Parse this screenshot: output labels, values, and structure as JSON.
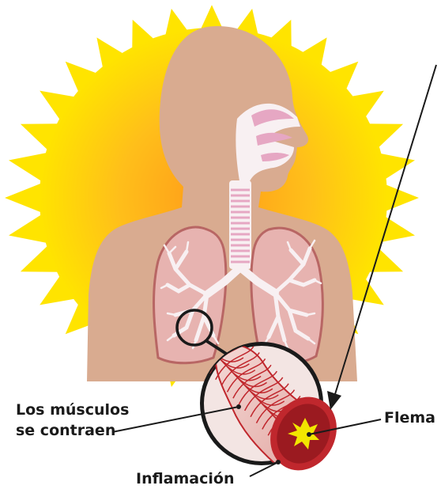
{
  "labels": {
    "muscles_line1": "Los músculos",
    "muscles_line2": "se contraen",
    "phlegm": "Flema",
    "inflammation": "Inflamación"
  },
  "colors": {
    "skin": "#d9ab90",
    "sun_outer": "#ffe400",
    "sun_inner": "#ff9a1a",
    "lung_tissue": "#e7b3b0",
    "lung_outline": "#b86664",
    "airway": "#f8f0f2",
    "airway_pink": "#e6a7c3",
    "bronchus_wall": "#c0272d",
    "bronchus_lumen": "#9b1a20",
    "phlegm": "#f2e600",
    "pointer": "#1a1a1a"
  },
  "icons": [
    "sun-burst",
    "human-torso",
    "lungs",
    "bronchial-tree",
    "magnifier-circle",
    "bronchus-cross-section"
  ]
}
